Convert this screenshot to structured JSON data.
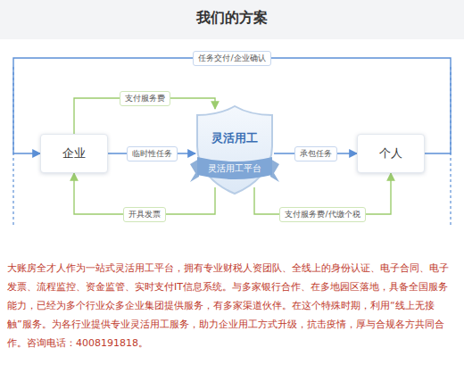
{
  "diagram": {
    "title": "我们的方案",
    "nodes": [
      {
        "text": [
          "企业"
        ]
      },
      {
        "text": [
          "灵活用工",
          "灵活用工平台"
        ]
      },
      {
        "text": [
          "个人"
        ]
      }
    ],
    "edges": [
      {
        "from": 2,
        "to": 0,
        "label": "任务交付/企业确认",
        "arrow": "to"
      },
      {
        "from": 0,
        "to": 1,
        "label": "支付服务费",
        "arrow": "to"
      },
      {
        "from": 0,
        "to": 1,
        "label": "临时性任务",
        "arrow": "to"
      },
      {
        "from": 1,
        "to": 2,
        "label": "承包任务",
        "arrow": "to"
      },
      {
        "from": 1,
        "to": 0,
        "label": "开具发票",
        "arrow": "to"
      },
      {
        "from": 1,
        "to": 2,
        "label": "支付服务费/代缴个税",
        "arrow": "to"
      }
    ],
    "labels": [
      "大账房全才人作为一站式灵活用工平台，拥有专业财税人资团队、全线上的身份认证、电子合同、电子发票、流程监控、资金监管、实时支付IT信息系统。与多家银行合作、在多地园区落地，具备全国服务能力，已经为多个行业众多企业集团提供服务，有多家渠道伙伴。在这个特殊时期，利用“线上无接触”服务。为各行业提供专业灵活用工服务，助力企业用工方式升级，抗击疫情，厚与合规各方共同合作。咨询电话：4008191818。"
    ]
  }
}
